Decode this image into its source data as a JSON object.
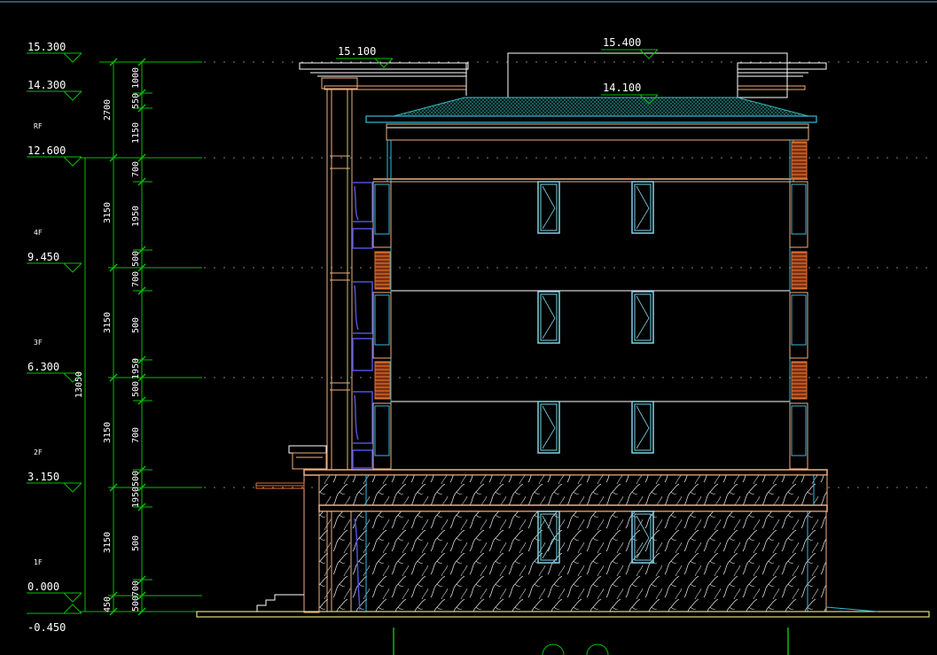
{
  "levels": [
    {
      "floor": "",
      "elev": "15.300"
    },
    {
      "floor": "",
      "elev": "14.300"
    },
    {
      "floor": "RF",
      "elev": "12.600"
    },
    {
      "floor": "4F",
      "elev": "9.450"
    },
    {
      "floor": "3F",
      "elev": "6.300"
    },
    {
      "floor": "2F",
      "elev": "3.150"
    },
    {
      "floor": "1F",
      "elev": "0.000"
    },
    {
      "floor": "",
      "elev": "-0.450"
    }
  ],
  "total_height": "13050",
  "story_dims": [
    "2700",
    "3150",
    "3150",
    "3150",
    "3150",
    "450"
  ],
  "detail_dims": [
    "1000",
    "550",
    "1150",
    "700",
    "1950",
    "500",
    "700",
    "500",
    "1950",
    "500",
    "700",
    "500",
    "1950",
    "500",
    "700",
    "500",
    "1950",
    "500",
    "450"
  ],
  "roof_marks": [
    "15.100",
    "15.400",
    "14.100"
  ],
  "colors": {
    "background": "#000000",
    "dimension_lines": "#00c000",
    "facade_lines": "#f0b080",
    "windows": "#7fd4e8",
    "parapet": "#ffffff",
    "stair_glazing": "#5050e0",
    "balcony_rails": "#c86028",
    "ground_line": "#e0e070"
  }
}
